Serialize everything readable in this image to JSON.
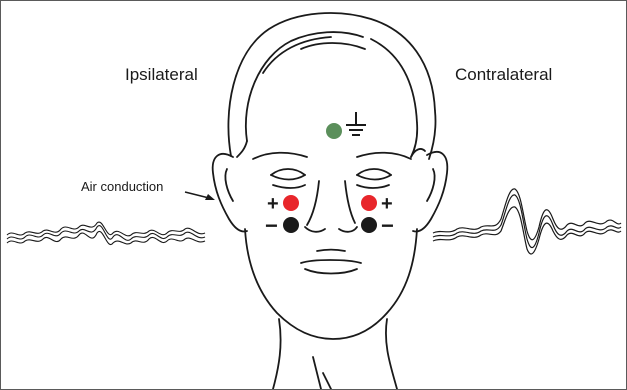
{
  "labels": {
    "ipsilateral": "Ipsilateral",
    "contralateral": "Contralateral",
    "air_conduction": "Air conduction"
  },
  "electrodes": {
    "ground_color": "#5b8f5b",
    "active_color": "#e8262b",
    "reference_color": "#1a1a1a",
    "plus_symbol": "+",
    "minus_symbol": "−"
  }
}
